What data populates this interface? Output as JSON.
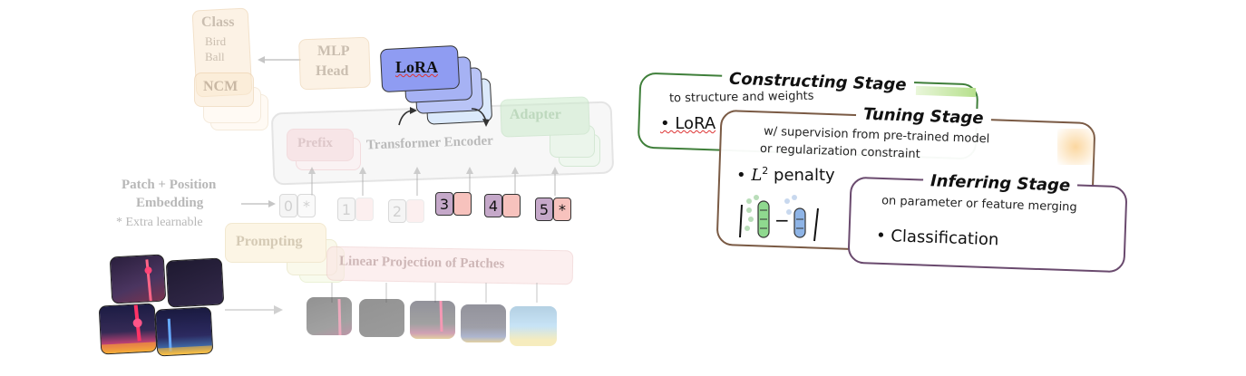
{
  "classes": {
    "title": "Class",
    "items": [
      "Bird",
      "Ball"
    ]
  },
  "ncm": "NCM",
  "mlp_head": {
    "line1": "MLP",
    "line2": "Head"
  },
  "lora": "LoRA",
  "adapter": "Adapter",
  "prefix": "Prefix",
  "transformer_encoder": "Transformer Encoder",
  "patch_embedding": {
    "line1": "Patch + Position",
    "line2": "Embedding",
    "note": "* Extra learnable"
  },
  "tokens": [
    "0",
    "*",
    "1",
    "2",
    "3",
    "4",
    "5",
    "*"
  ],
  "prompting": "Prompting",
  "linear_projection": "Linear Projection of Patches",
  "stages": {
    "constructing": {
      "title": "Constructing Stage",
      "subtitle": "to structure and weights",
      "bullet": "• LoRA"
    },
    "tuning": {
      "title": "Tuning Stage",
      "subtitle_line1": "w/ supervision from pre-trained model",
      "subtitle_line2": "or regularization constraint",
      "bullet_prefix": "• ",
      "bullet_l": "L",
      "bullet_sup": "2",
      "bullet_suffix": " penalty",
      "minus": "−"
    },
    "inferring": {
      "title": "Inferring Stage",
      "subtitle": "on parameter or feature merging",
      "bullet": "• Classification"
    }
  },
  "colors": {
    "constructing": "#3f7f3a",
    "tuning": "#7a5a44",
    "inferring": "#6a4a6e",
    "lora_fill": "#8f9cf2",
    "adapter_fill": "#cdeccd",
    "prefix_fill": "#f8d7da",
    "prompting_fill": "#fbeed0",
    "linear_fill": "#fbe3e3",
    "mlp_fill": "#fbe9d0"
  }
}
